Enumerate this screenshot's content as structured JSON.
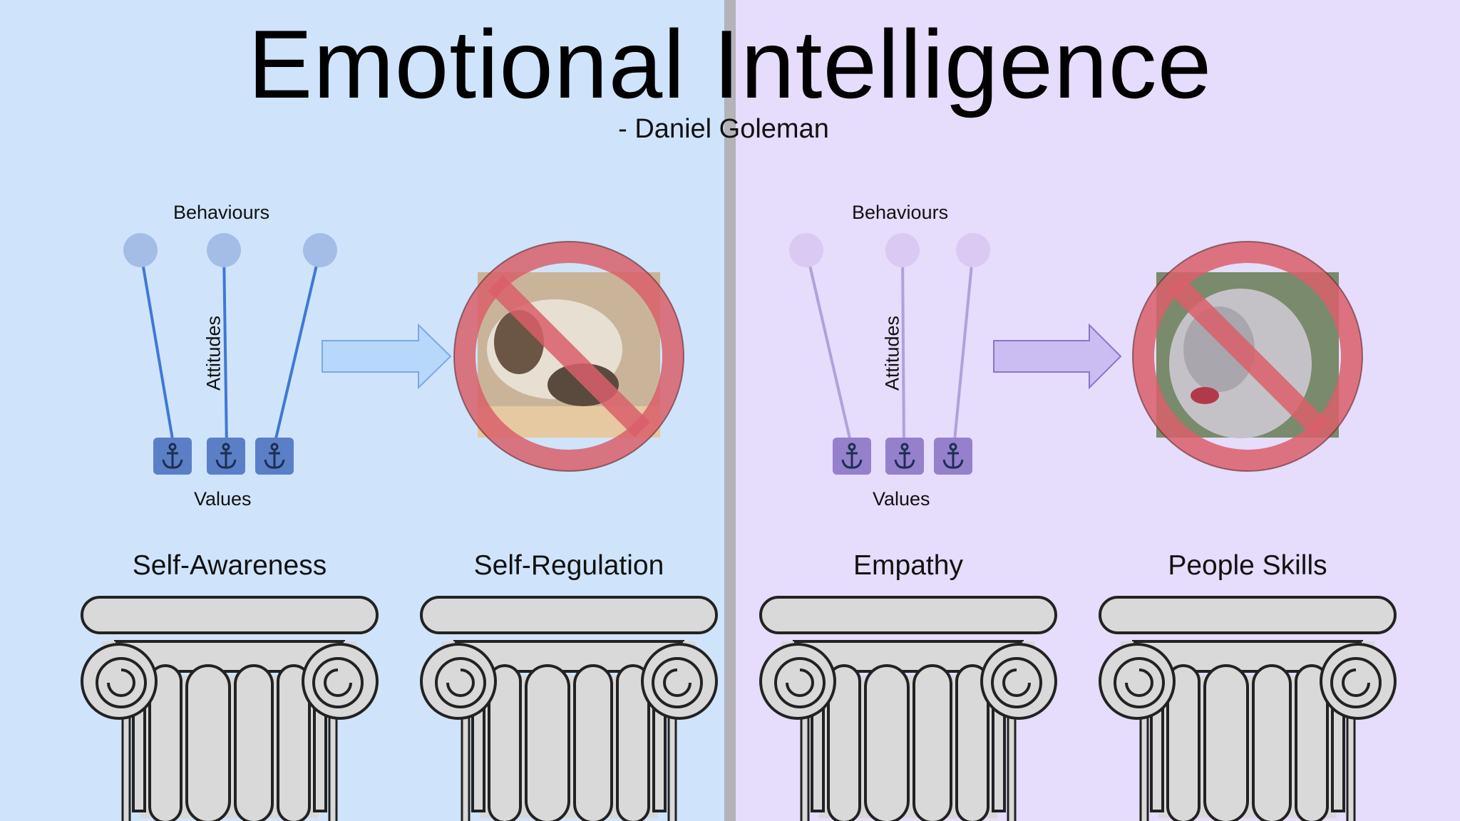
{
  "title": "Emotional Intelligence",
  "subtitle": "- Daniel Goleman",
  "colors": {
    "left_bg": "#cfe4fb",
    "right_bg": "#e6dcfb",
    "divider": "#b3b3b8",
    "left_accent": "#3f78d6",
    "right_accent": "#a890dc",
    "ban_red": "#d95f6a",
    "pillar_fill": "#d9d9d9",
    "pillar_stroke": "#222222"
  },
  "diagrams": [
    {
      "side": "left",
      "top_label": "Behaviours",
      "middle_label": "Attitudes",
      "bottom_label": "Values",
      "icon": "anchor-icon",
      "image_subject": "calm-cat",
      "prohibited": true
    },
    {
      "side": "right",
      "top_label": "Behaviours",
      "middle_label": "Attitudes",
      "bottom_label": "Values",
      "icon": "anchor-icon",
      "image_subject": "angry-cat",
      "prohibited": true
    }
  ],
  "pillars": [
    {
      "label": "Self-Awareness"
    },
    {
      "label": "Self-Regulation"
    },
    {
      "label": "Empathy"
    },
    {
      "label": "People Skills"
    }
  ]
}
